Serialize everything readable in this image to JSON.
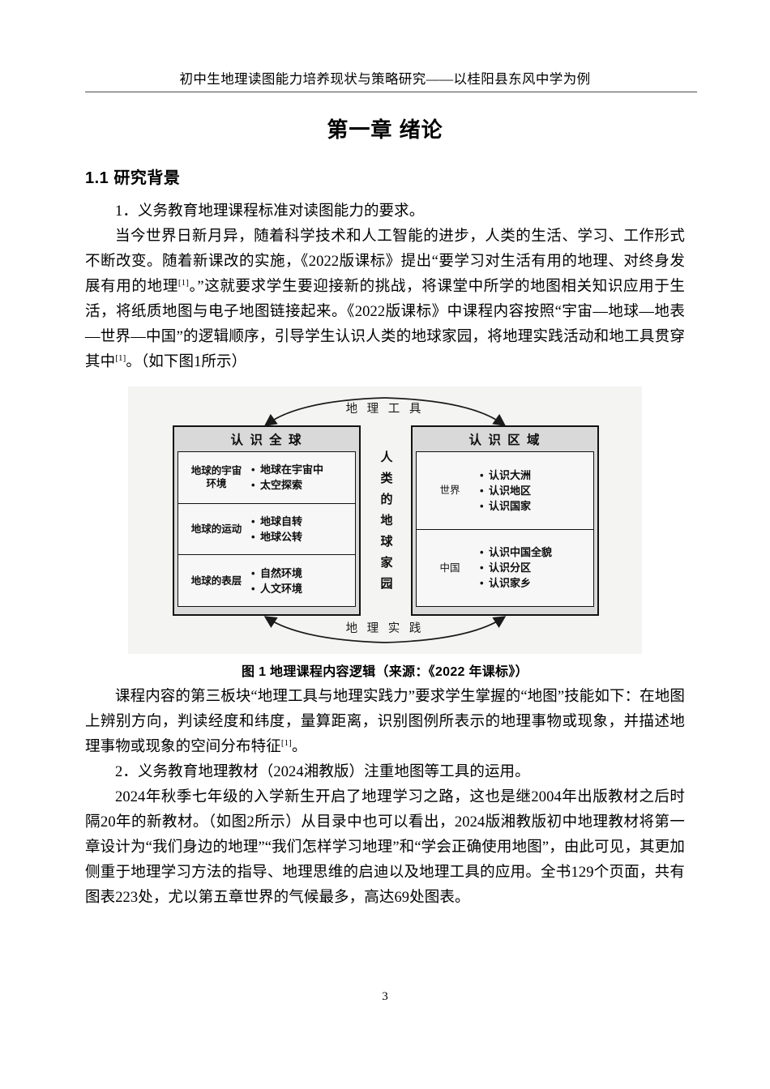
{
  "header": {
    "running_title": "初中生地理读图能力培养现状与策略研究——以桂阳县东风中学为例"
  },
  "chapter": {
    "title": "第一章 绪论"
  },
  "section": {
    "heading": "1.1 研究背景"
  },
  "paragraphs": {
    "item1_heading": "1．义务教育地理课程标准对读图能力的要求。",
    "p1_a": "当今世界日新月异，随着科学技术和人工智能的进步，人类的生活、学习、工作形式不断改变。随着新课改的实施，《2022版课标》提出“要学习对生活有用的地理、对终身发展有用的地理",
    "p1_cite1": "[1]",
    "p1_b": "。”这就要求学生要迎接新的挑战，将课堂中所学的地图相关知识应用于生活，将纸质地图与电子地图链接起来。《2022版课标》中课程内容按照“宇宙—地球—地表—世界—中国”的逻辑顺序，引导学生认识人类的地球家园，将地理实践活动和地工具贯穿其中",
    "p1_cite2": "[1]",
    "p1_c": "。（如下图1所示）",
    "p2_a": "课程内容的第三板块“地理工具与地理实践力”要求学生掌握的“地图”技能如下：在地图上辨别方向，判读经度和纬度，量算距离，识别图例所表示的地理事物或现象，并描述地理事物或现象的空间分布特征",
    "p2_cite": "[1]",
    "p2_b": "。",
    "item2_heading": "2．义务教育地理教材（2024湘教版）注重地图等工具的运用。",
    "p3": "2024年秋季七年级的入学新生开启了地理学习之路，这也是继2004年出版教材之后时隔20年的新教材。（如图2所示）从目录中也可以看出，2024版湘教版初中地理教材将第一章设计为“我们身边的地理”“我们怎样学习地理”和“学会正确使用地图”，由此可见，其更加侧重于地理学习方法的指导、地理思维的启迪以及地理工具的应用。全书129个页面，共有图表223处，尤以第五章世界的气候最多，高达69处图表。"
  },
  "figure": {
    "caption": "图 1 地理课程内容逻辑（来源：《2022 年课标》）",
    "arc_top_label": "地 理 工 具",
    "arc_bottom_label": "地 理 实 践",
    "center_vertical_chars": [
      "人",
      "类",
      "的",
      "地",
      "球",
      "家",
      "园"
    ],
    "left_panel": {
      "title": "认 识 全 球",
      "rows": [
        {
          "label": "地球的宇宙\n环境",
          "label_line1": "地球的宇宙",
          "label_line2": "环境",
          "items": [
            "地球在宇宙中",
            "太空探索"
          ]
        },
        {
          "label": "地球的运动",
          "label_line1": "地球的运动",
          "label_line2": "",
          "items": [
            "地球自转",
            "地球公转"
          ]
        },
        {
          "label": "地球的表层",
          "label_line1": "地球的表层",
          "label_line2": "",
          "items": [
            "自然环境",
            "人文环境"
          ]
        }
      ]
    },
    "right_panel": {
      "title": "认 识 区 域",
      "rows": [
        {
          "label_line1": "世界",
          "label_line2": "",
          "items": [
            "认识大洲",
            "认识地区",
            "认识国家"
          ]
        },
        {
          "label_line1": "中国",
          "label_line2": "",
          "items": [
            "认识中国全貌",
            "认识分区",
            "认识家乡"
          ]
        }
      ]
    }
  },
  "footer": {
    "page_number": "3"
  },
  "colors": {
    "figure_background": "#f4f4f3",
    "panel_header_fill": "#d9d9d9",
    "panel_body_fill": "#f7f7f7",
    "border": "#111111",
    "header_rule": "#4c4c4c"
  }
}
